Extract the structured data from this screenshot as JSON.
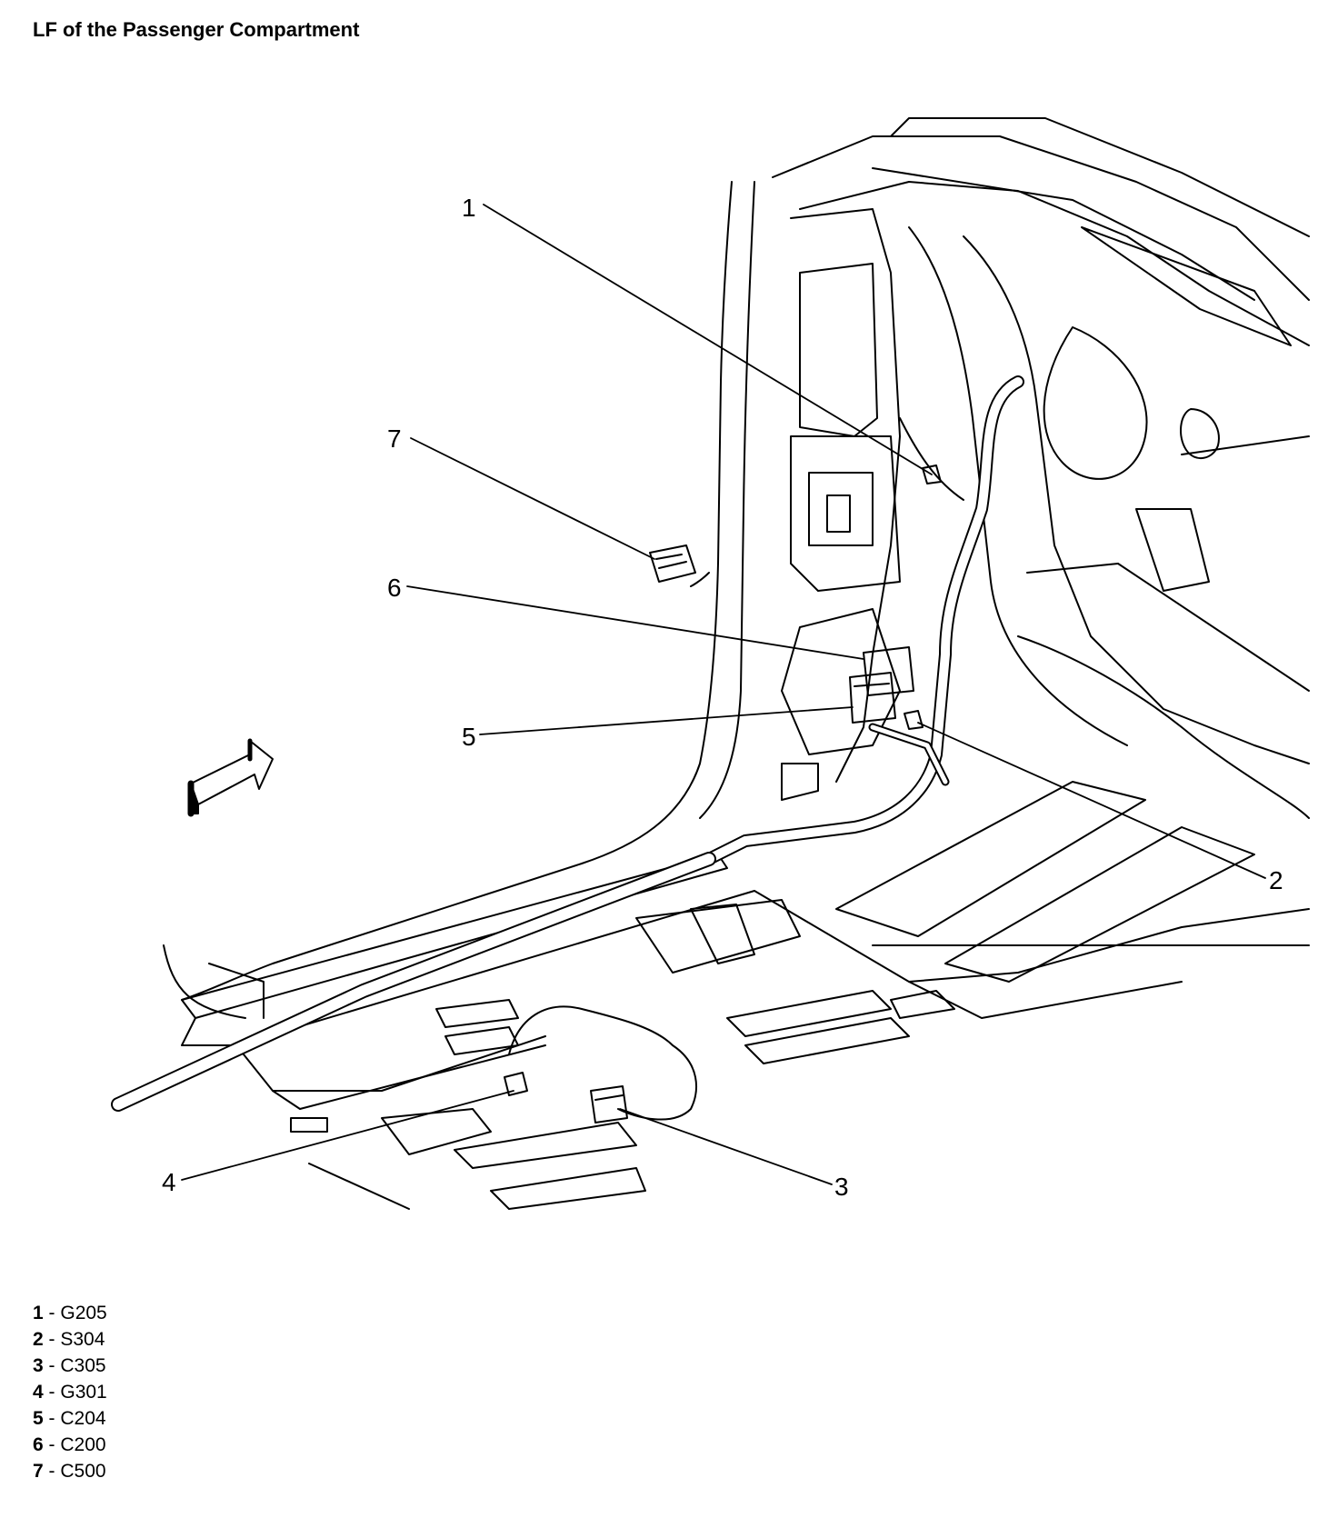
{
  "title": "LF of the Passenger Compartment",
  "callouts": [
    {
      "number": "1",
      "code": "G205"
    },
    {
      "number": "2",
      "code": "S304"
    },
    {
      "number": "3",
      "code": "C305"
    },
    {
      "number": "4",
      "code": "G301"
    },
    {
      "number": "5",
      "code": "C204"
    },
    {
      "number": "6",
      "code": "C200"
    },
    {
      "number": "7",
      "code": "C500"
    }
  ],
  "legend_separator": " - "
}
